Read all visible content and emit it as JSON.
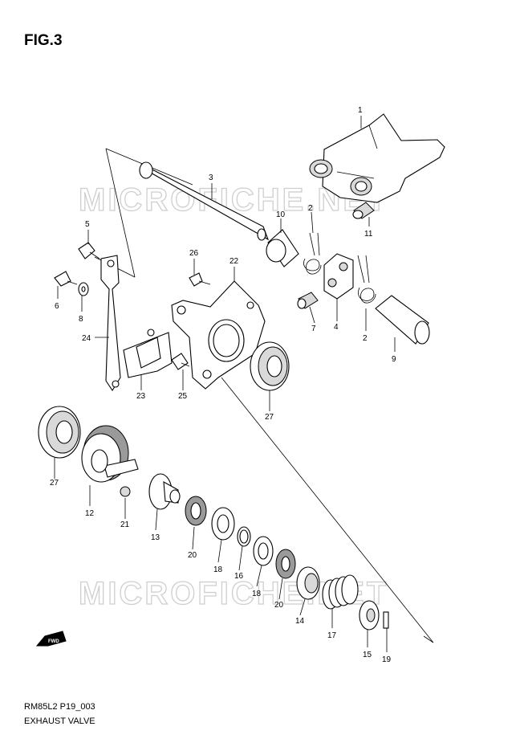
{
  "figure": {
    "title": "FIG.3"
  },
  "footer": {
    "code": "RM85L2 P19_003",
    "name": "EXHAUST VALVE"
  },
  "watermark": {
    "text": "MICROFICHE.NET"
  },
  "fwd_label": "FWD",
  "callouts": [
    "1",
    "2",
    "2",
    "3",
    "4",
    "5",
    "6",
    "7",
    "8",
    "9",
    "10",
    "11",
    "12",
    "13",
    "14",
    "15",
    "16",
    "17",
    "18",
    "18",
    "19",
    "20",
    "20",
    "21",
    "22",
    "23",
    "24",
    "25",
    "26",
    "27",
    "27"
  ]
}
